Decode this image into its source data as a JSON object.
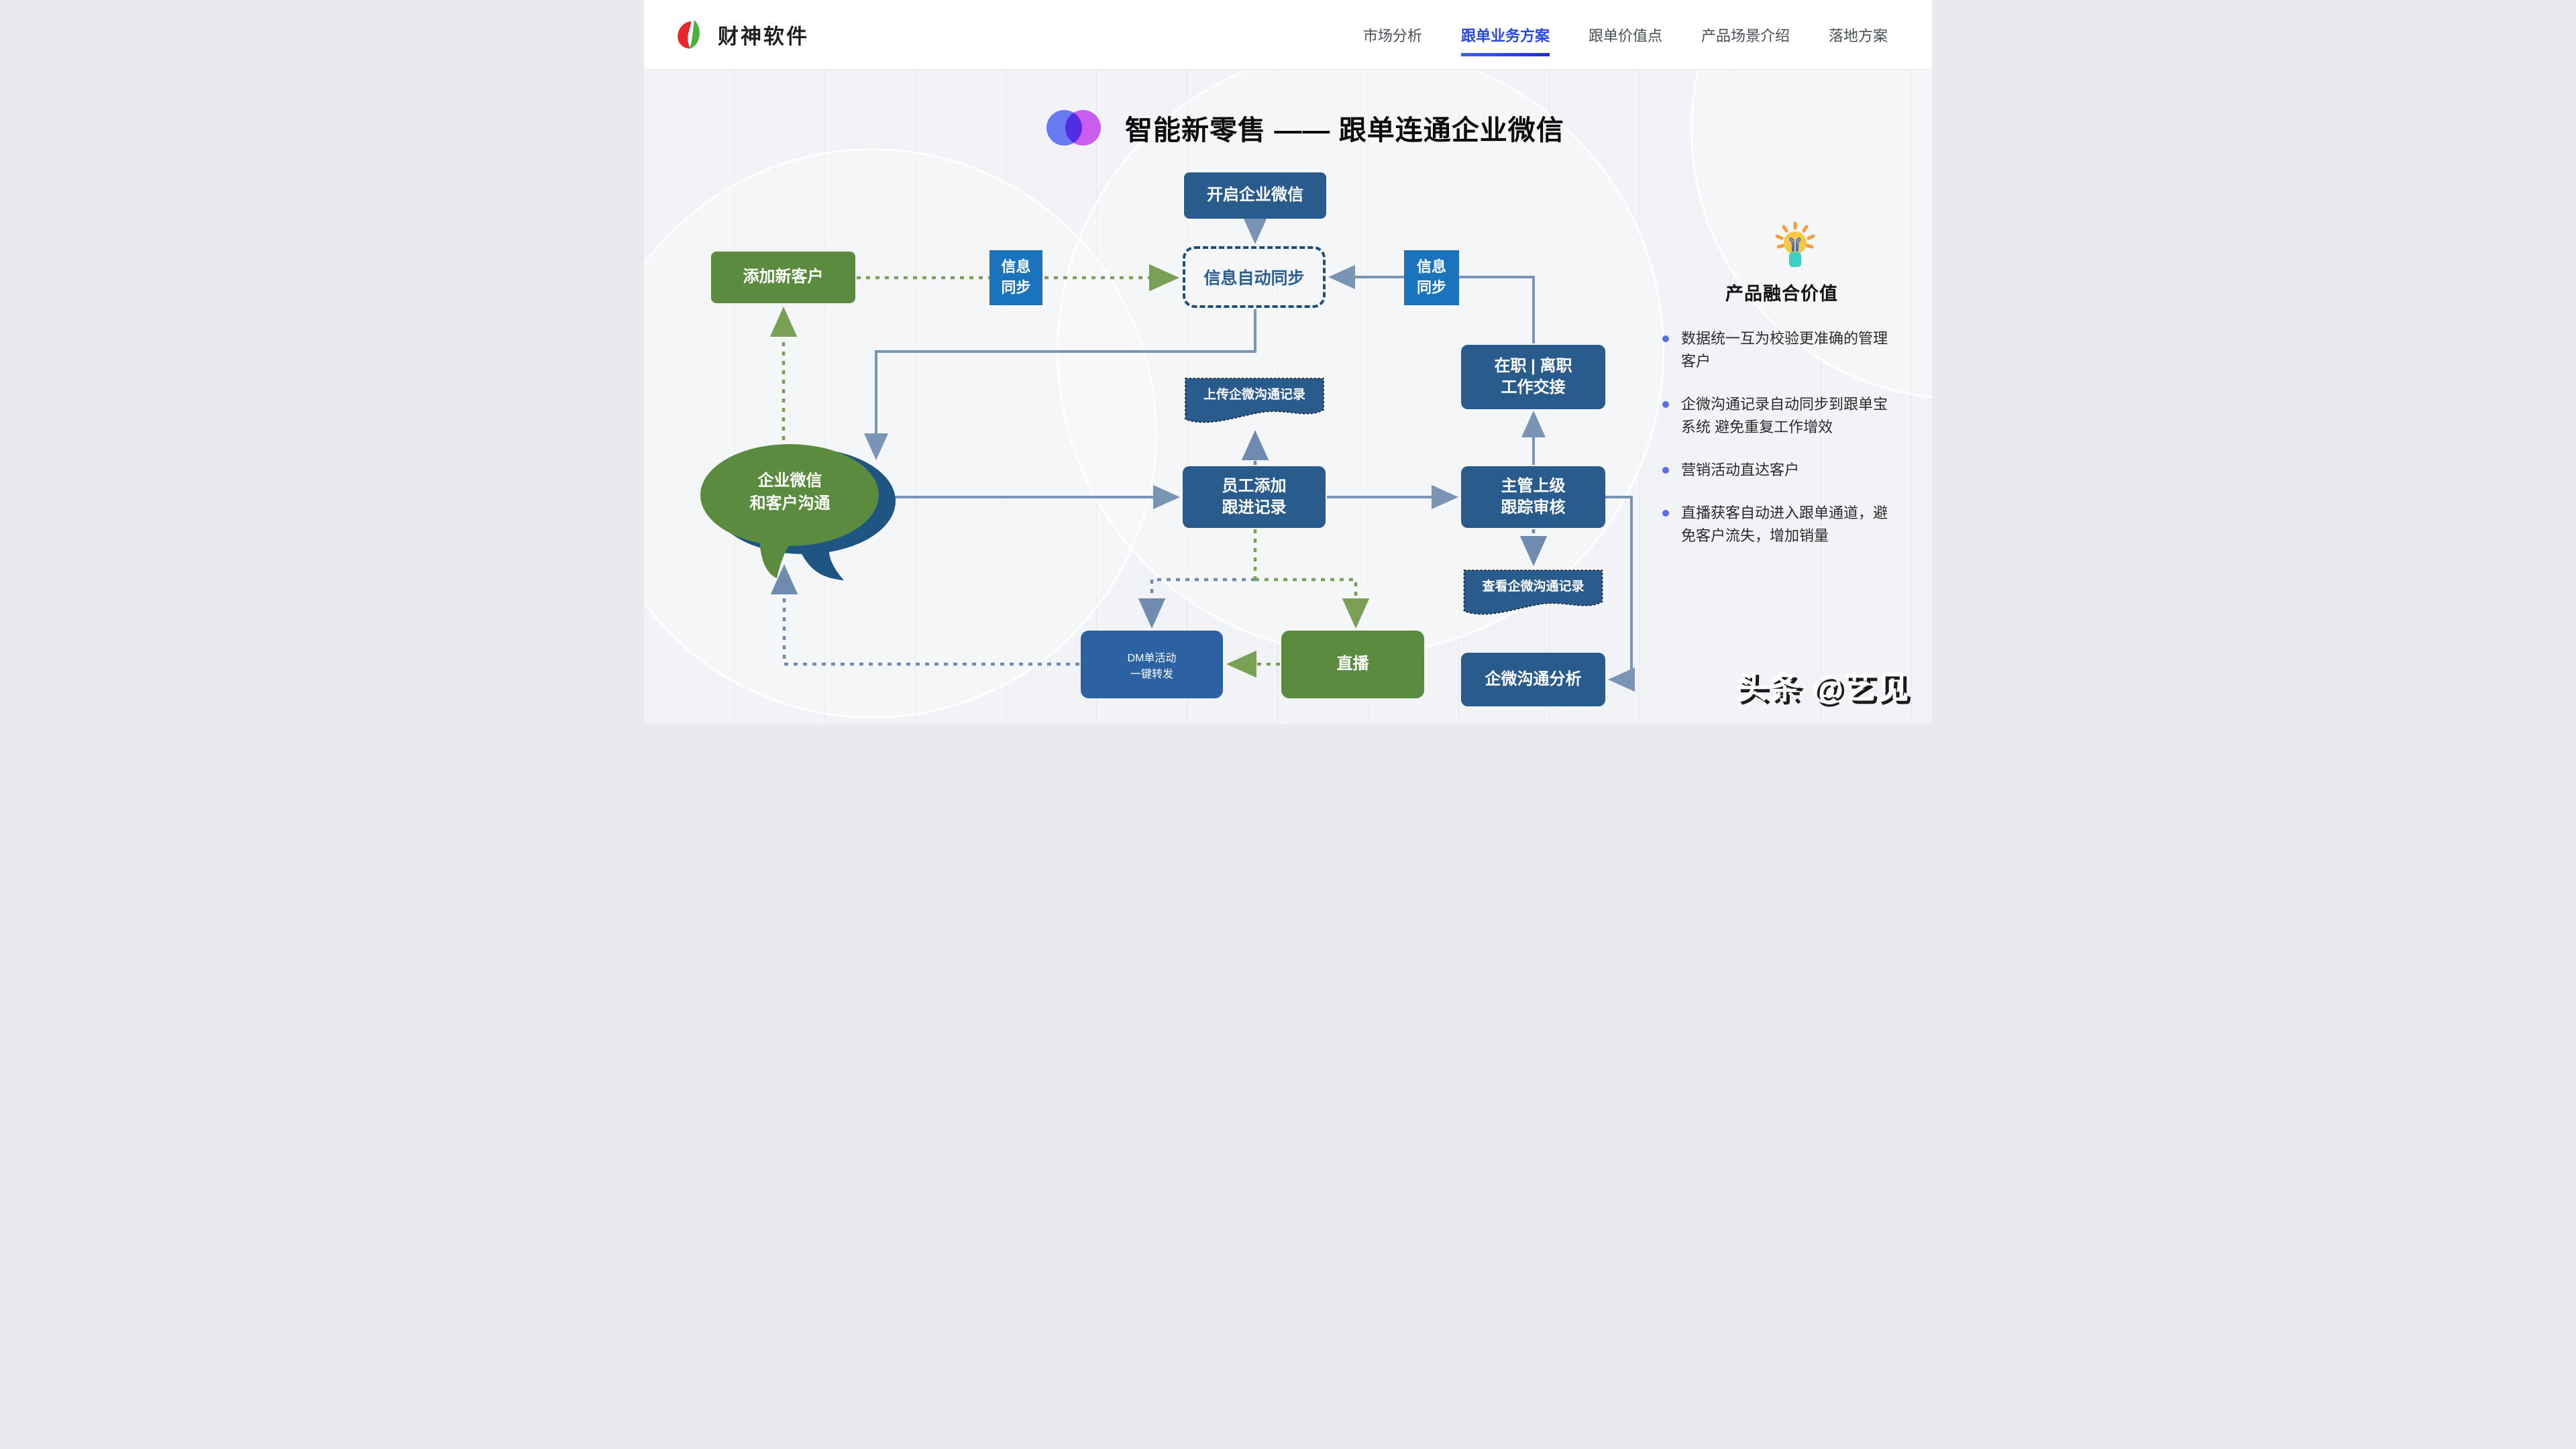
{
  "header": {
    "logo_text": "财神软件",
    "nav_items": [
      "市场分析",
      "跟单业务方案",
      "跟单价值点",
      "产品场景介绍",
      "落地方案"
    ],
    "active_item": "跟单业务方案"
  },
  "title": {
    "text": "智能新零售 —— 跟单连通企业微信"
  },
  "flow": {
    "start": "开启企业微信",
    "auto_sync": "信息自动同步",
    "add_customer": "添加新客户",
    "sync_left": "信息\n同步",
    "sync_right": "信息\n同步",
    "handover": "在职 | 离职\n工作交接",
    "upload_record": "上传企微沟通记录",
    "staff_record": "员工添加\n跟进记录",
    "supervisor_review": "主管上级\n跟踪审核",
    "view_record": "查看企微沟通记录",
    "analysis": "企微沟通分析",
    "dm_forward": "DM单活动\n一键转发",
    "live": "直播",
    "wecom_bubble": "企业微信\n和客户沟通"
  },
  "sidebar": {
    "icon": "lightbulb-icon",
    "title": "产品融合价值",
    "bullets": [
      "数据统一互为校验更准确的管理客户",
      "企微沟通记录自动同步到跟单宝系统 避免重复工作增效",
      "营销活动直达客户",
      "直播获客自动进入跟单通道，避免客户流失，增加销量"
    ]
  },
  "watermark": {
    "text": "头条 @艺见"
  },
  "colors": {
    "node_dark_blue": "#2a5b8d",
    "node_bright_blue": "#1a73bd",
    "node_green": "#5a8b3e",
    "node_dm_blue": "#2c62a2",
    "bubble_back_blue": "#1f5583",
    "line_solid": "#7a94b6",
    "line_dashed_blue": "#6f8cb0",
    "line_dashed_green": "#79a054",
    "nav_active": "#2b49dd",
    "bullet_dot": "#5b6ee8"
  }
}
